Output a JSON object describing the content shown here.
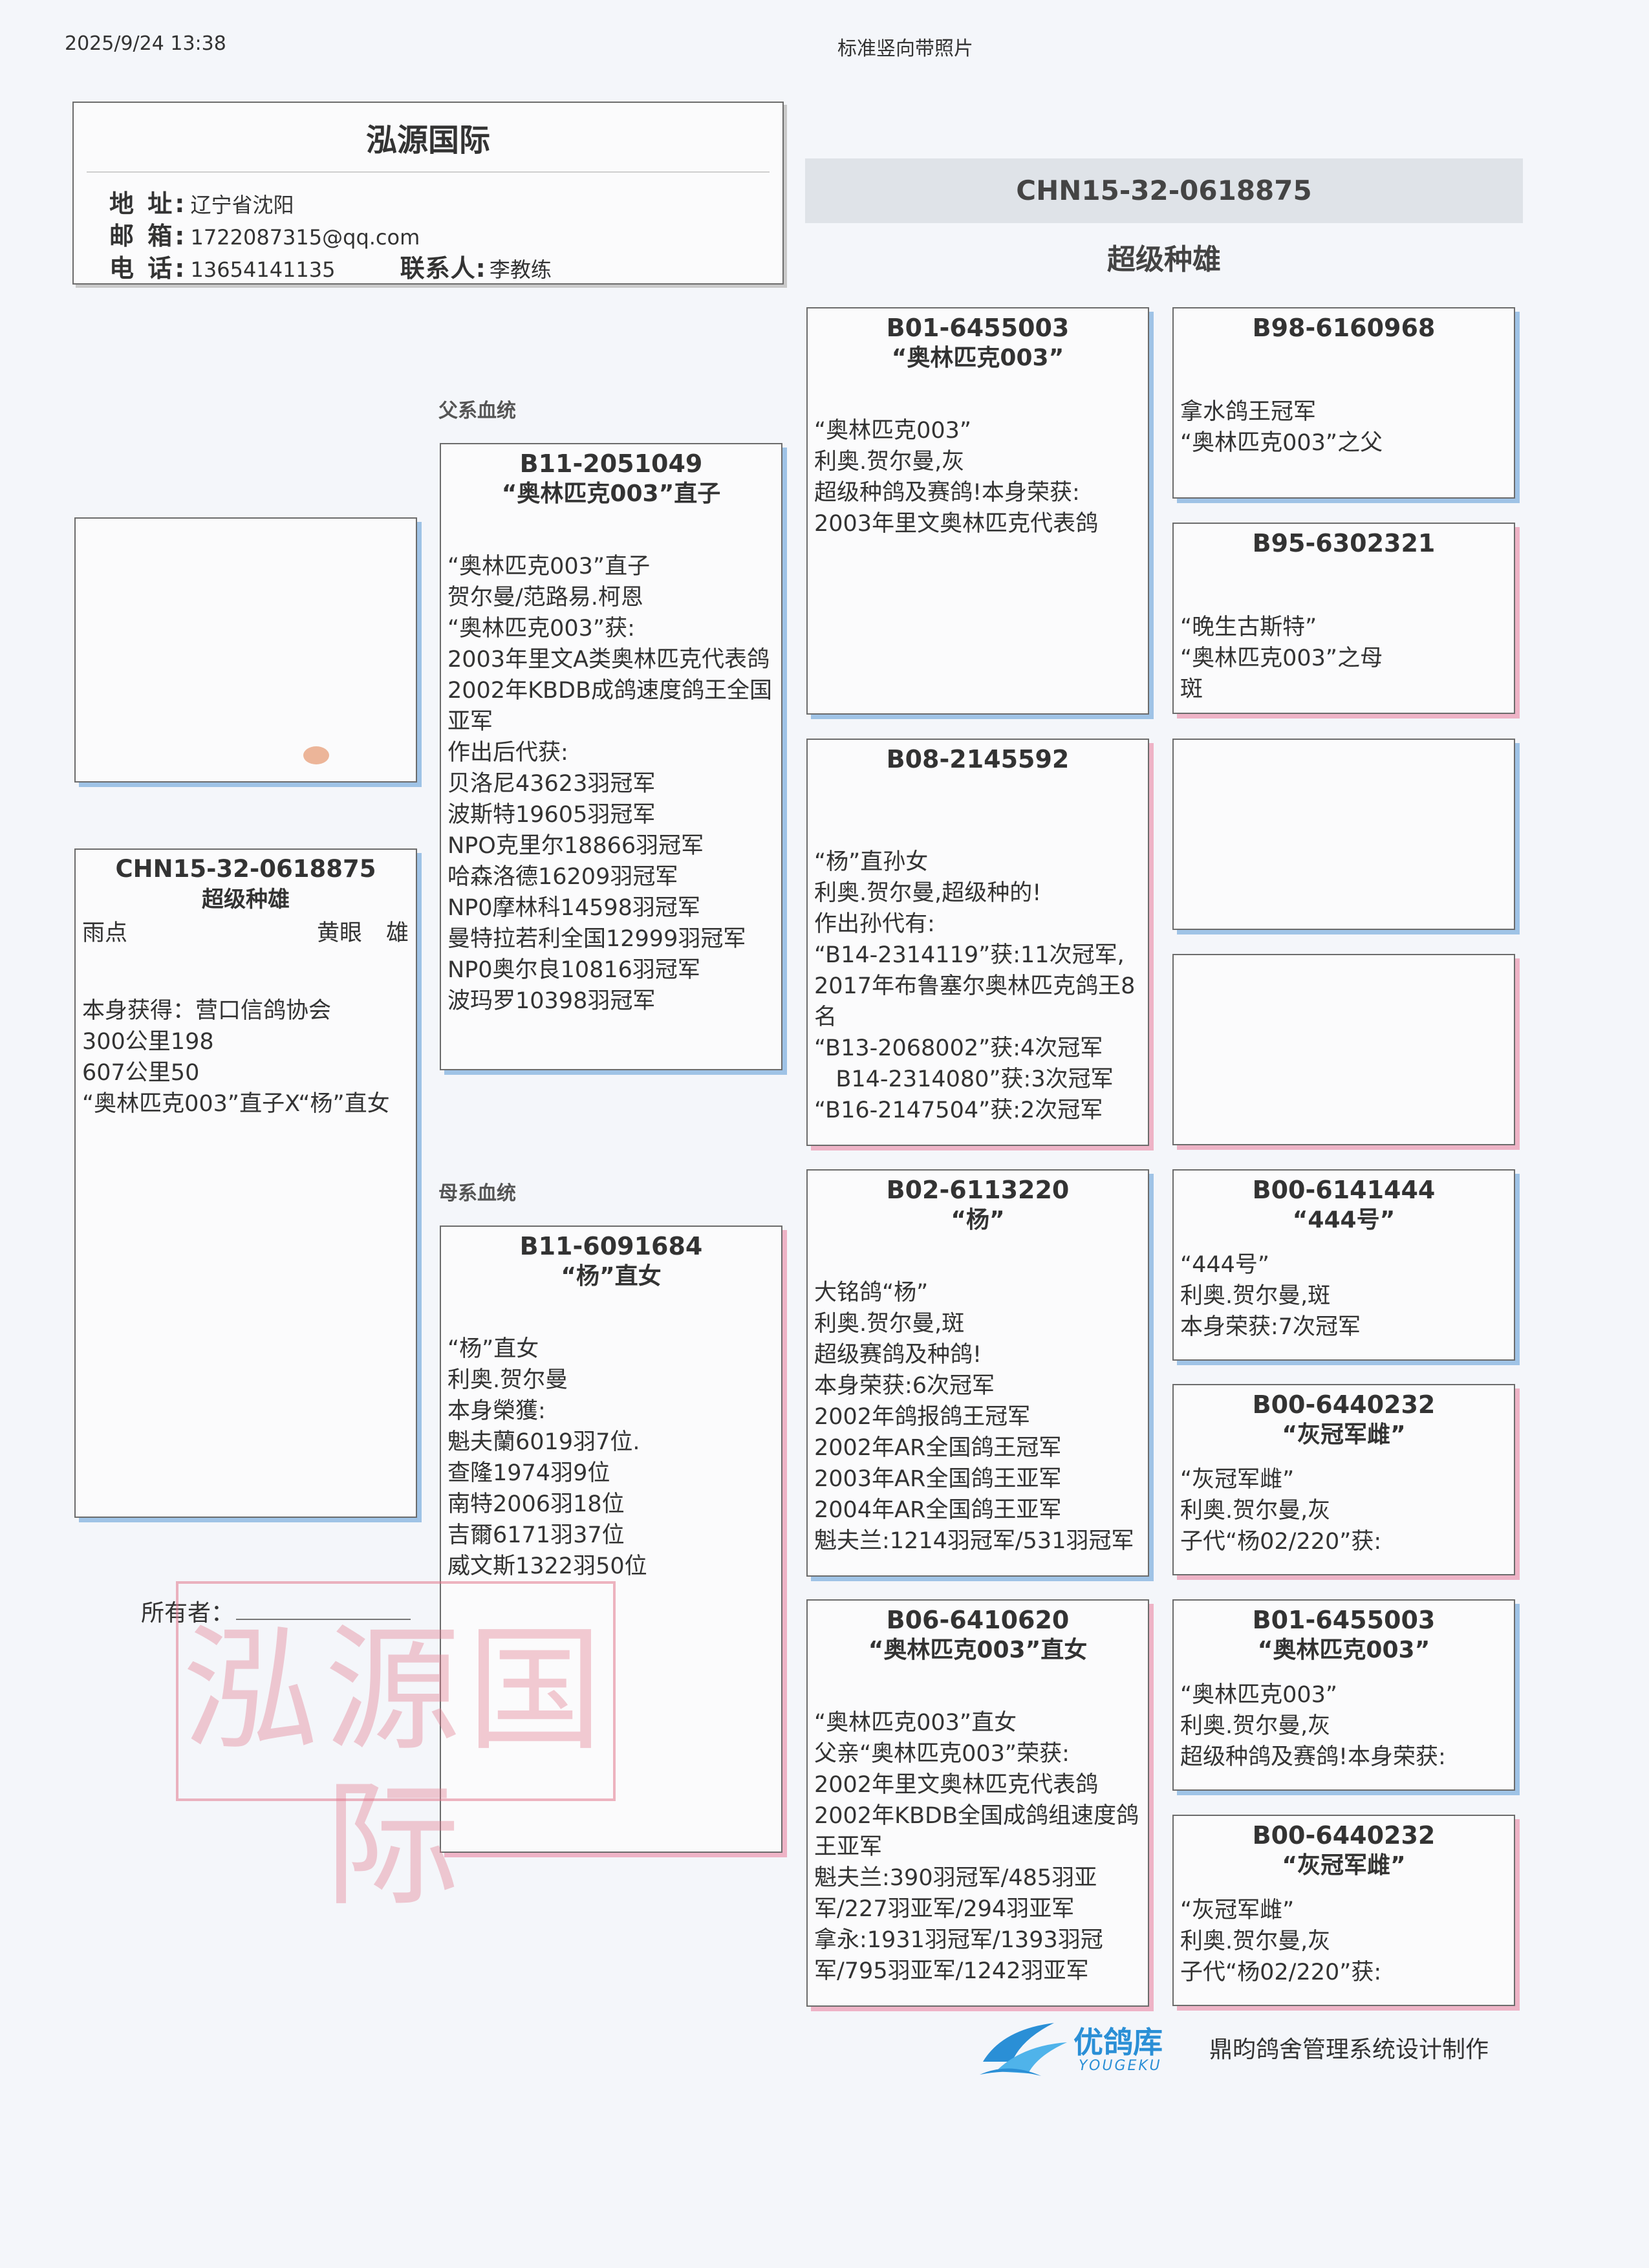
{
  "header": {
    "datetime": "2025/9/24 13:38",
    "template": "标准竖向带照片"
  },
  "loft": {
    "name": "泓源国际",
    "address_label": "地 址:",
    "address": "辽宁省沈阳",
    "email_label": "邮 箱:",
    "email": "1722087315@qq.com",
    "phone_label": "电 话:",
    "phone": "13654141135",
    "contact_label": "联系人:",
    "contact": "李教练"
  },
  "subject": {
    "ring": "CHN15-32-0618875",
    "title": "超级种雄",
    "color": "雨点",
    "eye": "黄眼",
    "sex": "雄",
    "lines": [
      "本身获得：营口信鸽协会",
      "300公里198",
      "607公里50",
      "“奥林匹克003”直子X“杨”直女"
    ]
  },
  "right_header": {
    "ring": "CHN15-32-0618875",
    "title": "超级种雄"
  },
  "labels": {
    "sire_line": "父系血统",
    "dam_line": "母系血统",
    "owner": "所有者：",
    "stamp": "泓源国际",
    "logo_cn": "优鸽库",
    "logo_en": "YOUGEKU",
    "footer": "鼎昀鸽舍管理系统设计制作"
  },
  "sire": {
    "ring": "B11-2051049",
    "name": "“奥林匹克003”直子",
    "lines": [
      "“奥林匹克003”直子",
      "贺尔曼/范路易.柯恩",
      "“奥林匹克003”获:",
      "2003年里文A类奥林匹克代表鸽",
      "2002年KBDB成鸽速度鸽王全国亚军",
      "作出后代获:",
      "贝洛尼43623羽冠军",
      "波斯特19605羽冠军",
      "NPO克里尔18866羽冠军",
      "哈森洛德16209羽冠军",
      "NP0摩林科14598羽冠军",
      "曼特拉若利全国12999羽冠军",
      "NP0奥尔良10816羽冠军",
      "波玛罗10398羽冠军"
    ]
  },
  "dam": {
    "ring": "B11-6091684",
    "name": "“杨”直女",
    "lines": [
      "“杨”直女",
      "利奥.贺尔曼",
      "本身榮獲:",
      "魁夫蘭6019羽7位.",
      "查隆1974羽9位",
      "南特2006羽18位",
      "吉爾6171羽37位",
      "威文斯1322羽50位"
    ]
  },
  "gen2": [
    {
      "ring": "B01-6455003",
      "name": "“奥林匹克003”",
      "lines": [
        "“奥林匹克003”",
        "利奥.贺尔曼,灰",
        "超级种鸽及赛鸽!本身荣获:",
        "2003年里文奥林匹克代表鸽"
      ]
    },
    {
      "ring": "B08-2145592",
      "name": "",
      "lines": [
        "“杨”直孙女",
        "利奥.贺尔曼,超级种的!",
        "作出孙代有:",
        "“B14-2314119”获:11次冠军,",
        "2017年布鲁塞尔奥林匹克鸽王8名",
        "“B13-2068002”获:4次冠军",
        "   B14-2314080”获:3次冠军",
        "“B16-2147504”获:2次冠军"
      ]
    },
    {
      "ring": "B02-6113220",
      "name": "“杨”",
      "lines": [
        "大铭鸽“杨”",
        "利奥.贺尔曼,斑",
        "超级赛鸽及种鸽!",
        "本身荣获:6次冠军",
        "2002年鸽报鸽王冠军",
        "2002年AR全国鸽王冠军",
        "2003年AR全国鸽王亚军",
        "2004年AR全国鸽王亚军",
        "魁夫兰:1214羽冠军/531羽冠军"
      ]
    },
    {
      "ring": "B06-6410620",
      "name": "“奥林匹克003”直女",
      "lines": [
        "“奥林匹克003”直女",
        "父亲“奥林匹克003”荣获:",
        "2002年里文奥林匹克代表鸽",
        "2002年KBDB全国成鸽组速度鸽王亚军",
        "魁夫兰:390羽冠军/485羽亚军/227羽亚军/294羽亚军",
        "拿永:1931羽冠军/1393羽冠军/795羽亚军/1242羽亚军"
      ]
    }
  ],
  "gen3": [
    {
      "ring": "B98-6160968",
      "name": "",
      "lines": [
        "拿水鸽王冠军",
        "“奥林匹克003”之父"
      ]
    },
    {
      "ring": "B95-6302321",
      "name": "",
      "lines": [
        "“晚生古斯特”",
        "“奥林匹克003”之母",
        "斑"
      ]
    },
    {
      "ring": "",
      "name": "",
      "lines": []
    },
    {
      "ring": "",
      "name": "",
      "lines": []
    },
    {
      "ring": "B00-6141444",
      "name": "“444号”",
      "lines": [
        "“444号”",
        "利奥.贺尔曼,斑",
        "本身荣获:7次冠军"
      ]
    },
    {
      "ring": "B00-6440232",
      "name": "“灰冠军雌”",
      "lines": [
        "“灰冠军雌”",
        "利奥.贺尔曼,灰",
        "子代“杨02/220”获:"
      ]
    },
    {
      "ring": "B01-6455003",
      "name": "“奥林匹克003”",
      "lines": [
        "“奥林匹克003”",
        "利奥.贺尔曼,灰",
        "超级种鸽及赛鸽!本身荣获:"
      ]
    },
    {
      "ring": "B00-6440232",
      "name": "“灰冠军雌”",
      "lines": [
        "“灰冠军雌”",
        "利奥.贺尔曼,灰",
        "子代“杨02/220”获:"
      ]
    }
  ]
}
